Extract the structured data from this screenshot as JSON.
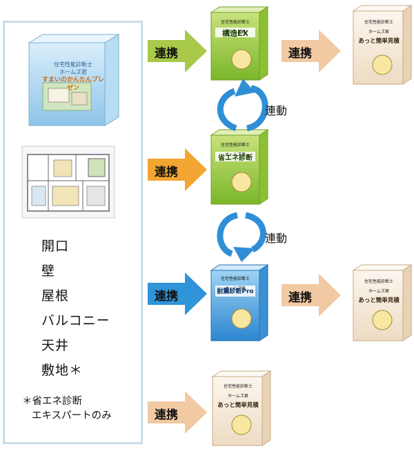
{
  "left_panel": {
    "items": [
      "開口",
      "壁",
      "屋根",
      "バルコニー",
      "天井",
      "敷地＊"
    ],
    "note_line1": "＊省エネ診断",
    "note_line2": "エキスパートのみ",
    "package_brand": "住宅性能診断士",
    "package_series": "ホームズ君",
    "package_name": "すまいのかんたんプレゼン"
  },
  "arrows": {
    "link_label": "連携",
    "motion_label": "連動"
  },
  "products": {
    "kozo_title": "構造EX",
    "shoene_title": "省エネ診断",
    "taishin_title": "耐震診断Pro",
    "estimate_title": "あっと簡単見積",
    "brand": "住宅性能診断士",
    "series": "ホームズ君"
  },
  "colors": {
    "arrow_green": "#a9c94a",
    "arrow_orange": "#f3a531",
    "arrow_blue": "#2f94d8",
    "arrow_peach": "#f1c9a3",
    "cycle_blue": "#2f8fd6",
    "box_green": "#9bcc3c",
    "box_blue": "#4aa4e0",
    "box_estimate": "#f4ead8"
  }
}
